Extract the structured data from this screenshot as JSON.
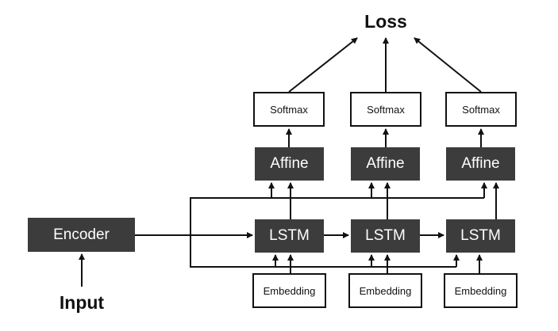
{
  "loss_label": "Loss",
  "input_label": "Input",
  "encoder_label": "Encoder",
  "columns": [
    {
      "softmax": "Softmax",
      "affine": "Affine",
      "lstm": "LSTM",
      "embedding": "Embedding"
    },
    {
      "softmax": "Softmax",
      "affine": "Affine",
      "lstm": "LSTM",
      "embedding": "Embedding"
    },
    {
      "softmax": "Softmax",
      "affine": "Affine",
      "lstm": "LSTM",
      "embedding": "Embedding"
    }
  ],
  "colors": {
    "block": "#3c3c3c",
    "block_text": "#ffffff",
    "line": "#111111"
  }
}
